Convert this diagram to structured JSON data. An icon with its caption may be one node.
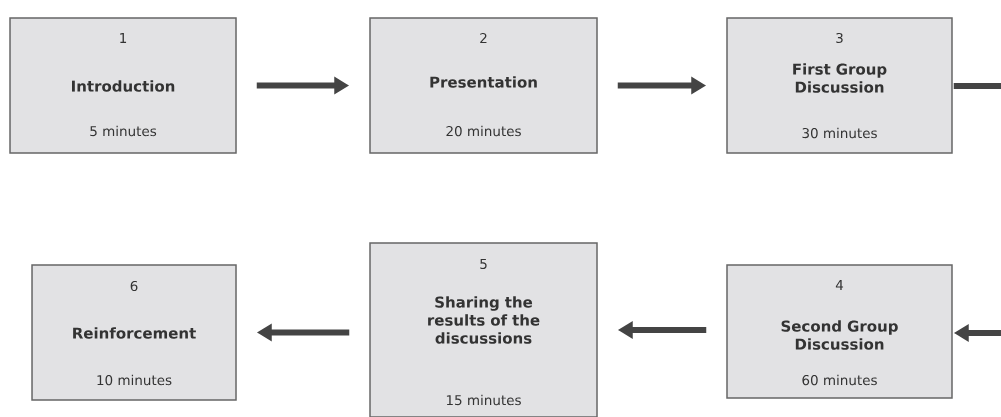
{
  "diagram": {
    "nodes": [
      {
        "text": [
          "1",
          "Introduction",
          "5 minutes"
        ]
      },
      {
        "text": [
          "2",
          "Presentation",
          "20 minutes"
        ]
      },
      {
        "text": [
          "3",
          "First Group Discussion",
          "30 minutes"
        ]
      },
      {
        "text": [
          "4",
          "Second Group Discussion",
          "60 minutes"
        ]
      },
      {
        "text": [
          "5",
          "Sharing the results of the discussions",
          "15 minutes"
        ]
      },
      {
        "text": [
          "6",
          "Reinforcement",
          "10 minutes"
        ]
      }
    ],
    "edges": [
      {
        "from": 0,
        "to": 1,
        "arrow": "to"
      },
      {
        "from": 1,
        "to": 2,
        "arrow": "to"
      },
      {
        "from": 2,
        "to": null,
        "arrow": "none"
      },
      {
        "from": null,
        "to": 3,
        "arrow": "to"
      },
      {
        "from": 3,
        "to": 4,
        "arrow": "to"
      },
      {
        "from": 4,
        "to": 5,
        "arrow": "to"
      }
    ]
  }
}
